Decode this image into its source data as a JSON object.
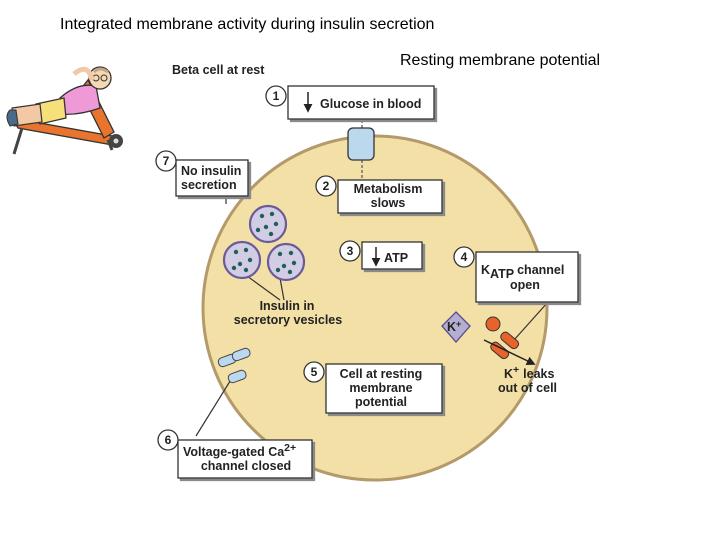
{
  "page": {
    "title": "Integrated membrane activity during insulin secretion",
    "subtitle": "Resting membrane potential"
  },
  "diagram": {
    "cell_caption": "Beta cell at rest",
    "steps": {
      "s1": {
        "number": "1",
        "text": "Glucose in blood"
      },
      "s2": {
        "number": "2",
        "line1": "Metabolism",
        "line2": "slows"
      },
      "s3": {
        "number": "3",
        "text": "ATP"
      },
      "s4": {
        "number": "4",
        "k": "K",
        "sub": "ATP",
        "line1": "channel",
        "line2": "open"
      },
      "s5": {
        "number": "5",
        "line1": "Cell at resting",
        "line2": "membrane",
        "line3": "potential"
      },
      "s6": {
        "number": "6",
        "line1": "Voltage-gated Ca",
        "sup": "2+",
        "line2": "channel closed"
      },
      "s7": {
        "number": "7",
        "line1": "No insulin",
        "line2": "secretion"
      }
    },
    "vesicle_label": {
      "line1": "Insulin in",
      "line2": "secretory vesicles"
    },
    "k_ion": {
      "k": "K",
      "sup": "+"
    },
    "k_leak": {
      "k": "K",
      "sup": "+",
      "line1": "leaks",
      "line2": "out of cell"
    },
    "colors": {
      "cell_fill": "#f3e0a6",
      "cell_stroke": "#b49a6a",
      "vesicle_fill": "#d2cde4",
      "vesicle_stroke": "#6a5a9a",
      "granule": "#1f5f5a",
      "k_ion_fill": "#b4aed3",
      "orange": "#e8632a",
      "channel_blue": "#bcd8ec"
    }
  }
}
